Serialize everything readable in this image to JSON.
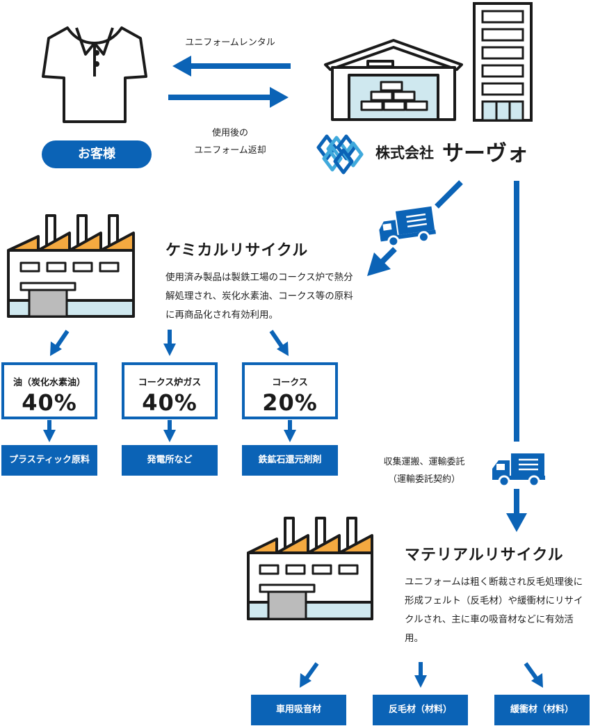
{
  "customer": {
    "label": "お客様"
  },
  "flows": {
    "rental": "ユニフォームレンタル",
    "return_line1": "使用後の",
    "return_line2": "ユニフォーム返却"
  },
  "company": {
    "name_prefix": "株式会社",
    "name_main": "サーヴォ"
  },
  "transport": {
    "line1": "収集運搬、運輸委託",
    "line2": "（運輸委託契約）"
  },
  "chemical": {
    "title": "ケミカルリサイクル",
    "description": "使用済み製品は製鉄工場のコークス炉で熱分解処理され、炭化水素油、コークス等の原料に再商品化され有効利用。",
    "products": [
      {
        "label": "油（炭化水素油）",
        "percent": "40%",
        "use": "プラスティック原料"
      },
      {
        "label": "コークス炉ガス",
        "percent": "40%",
        "use": "発電所など"
      },
      {
        "label": "コークス",
        "percent": "20%",
        "use": "鉄鉱石還元剤剤"
      }
    ]
  },
  "material": {
    "title": "マテリアルリサイクル",
    "description": "ユニフォームは粗く断裁され反毛処理後に形成フェルト（反毛材）や緩衝材にリサイクルされ、主に車の吸音材などに有効活用。",
    "products": [
      "車用吸音材",
      "反毛材（材料）",
      "緩衝材（材料）"
    ]
  },
  "colors": {
    "accent": "#0b63b6",
    "light_blue": "#cfe8ef",
    "orange": "#f4a940",
    "outline": "#1a1a1a"
  },
  "icons": [
    "shirt-icon",
    "warehouse-icon",
    "office-building-icon",
    "factory-icon",
    "truck-icon",
    "arrow-icon",
    "company-logo-icon"
  ]
}
